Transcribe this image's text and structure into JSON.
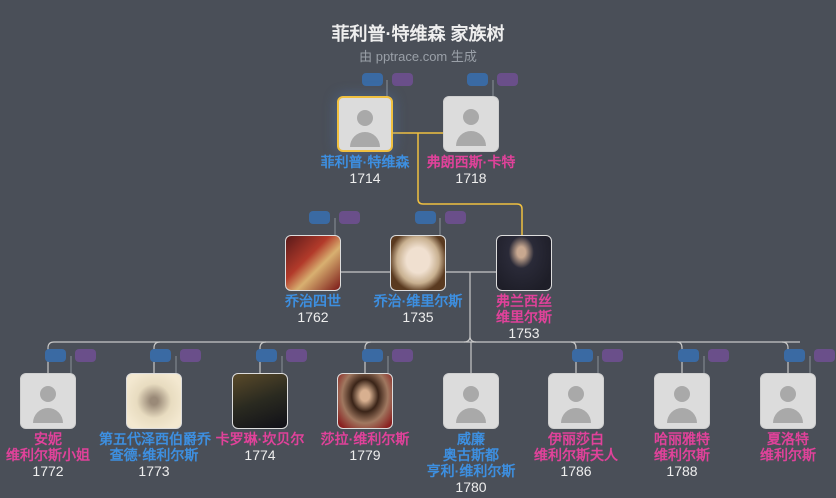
{
  "header": {
    "title": "菲利普·特维森 家族树",
    "subtitle": "由 pptrace.com 生成"
  },
  "colors": {
    "background": "#4a4f58",
    "male": "#3d8fe0",
    "female": "#e0429a",
    "focus_border": "#f0c040",
    "spouse_line": "#f0c040",
    "line": "#c8c8c8"
  },
  "people": {
    "philip": {
      "name": "菲利普·特维森",
      "year": "1714",
      "gender": "male",
      "photo": "default-avatar-icon",
      "focus": true
    },
    "frances_carter": {
      "name": "弗朗西斯·卡特",
      "year": "1718",
      "gender": "female",
      "photo": "default-avatar-icon"
    },
    "george_iv": {
      "name": "乔治四世",
      "year": "1762",
      "gender": "male",
      "photo": "portrait"
    },
    "george_villiers": {
      "name": "乔治·维里尔斯",
      "year": "1735",
      "gender": "male",
      "photo": "portrait"
    },
    "frances_villiers": {
      "name1": "弗兰西丝",
      "name2": "维里尔斯",
      "year": "1753",
      "gender": "female",
      "photo": "portrait"
    },
    "anne": {
      "name1": "安妮",
      "name2": "维利尔斯小姐",
      "year": "1772",
      "gender": "female",
      "photo": "default-avatar-icon"
    },
    "earl_jersey": {
      "name1": "第五代泽西伯爵乔",
      "name2": "查德·维利尔斯",
      "year": "1773",
      "gender": "male",
      "photo": "portrait"
    },
    "caroline": {
      "name": "卡罗琳·坎贝尔",
      "year": "1774",
      "gender": "female",
      "photo": "portrait"
    },
    "sarah": {
      "name": "莎拉·维利尔斯",
      "year": "1779",
      "gender": "female",
      "photo": "portrait"
    },
    "william": {
      "name1": "威廉",
      "name2": "奥古斯都",
      "name3": "亨利·维利尔斯",
      "year": "1780",
      "gender": "male",
      "photo": "default-avatar-icon"
    },
    "elizabeth": {
      "name1": "伊丽莎白",
      "name2": "维利尔斯夫人",
      "year": "1786",
      "gender": "female",
      "photo": "default-avatar-icon"
    },
    "harriet": {
      "name1": "哈丽雅特",
      "name2": "维利尔斯",
      "year": "1788",
      "gender": "female",
      "photo": "default-avatar-icon"
    },
    "charlotte": {
      "name1": "夏洛特",
      "name2": "维利尔斯",
      "gender": "female",
      "photo": "default-avatar-icon"
    }
  }
}
